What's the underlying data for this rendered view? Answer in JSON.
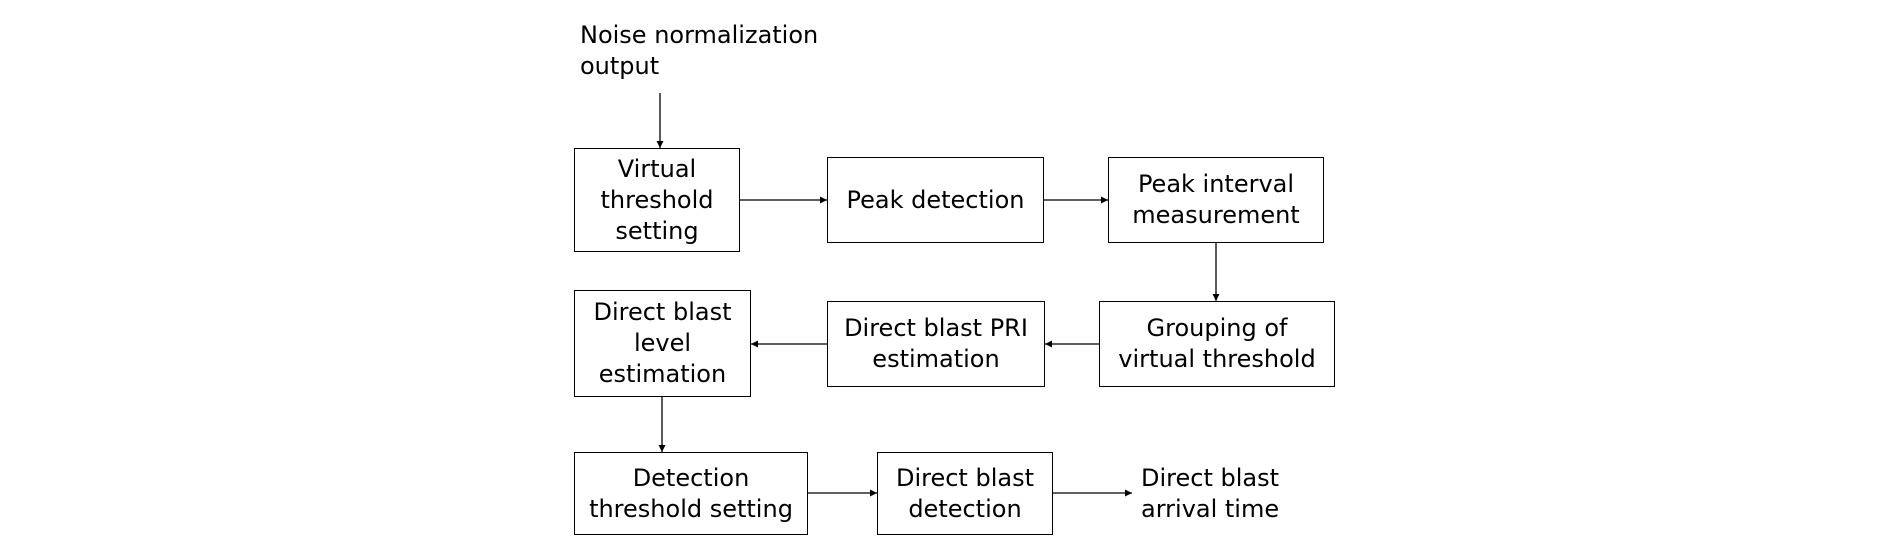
{
  "diagram": {
    "input_label": "Noise normalization\noutput",
    "output_label": "Direct blast\narrival time",
    "boxes": {
      "virtual_threshold_setting": "Virtual\nthreshold\nsetting",
      "peak_detection": "Peak detection",
      "peak_interval_measurement": "Peak interval\nmeasurement",
      "grouping_of_virtual_threshold": "Grouping of\nvirtual threshold",
      "direct_blast_pri_estimation": "Direct blast PRI\nestimation",
      "direct_blast_level_estimation": "Direct blast\nlevel\nestimation",
      "detection_threshold_setting": "Detection\nthreshold setting",
      "direct_blast_detection": "Direct blast\ndetection"
    }
  }
}
